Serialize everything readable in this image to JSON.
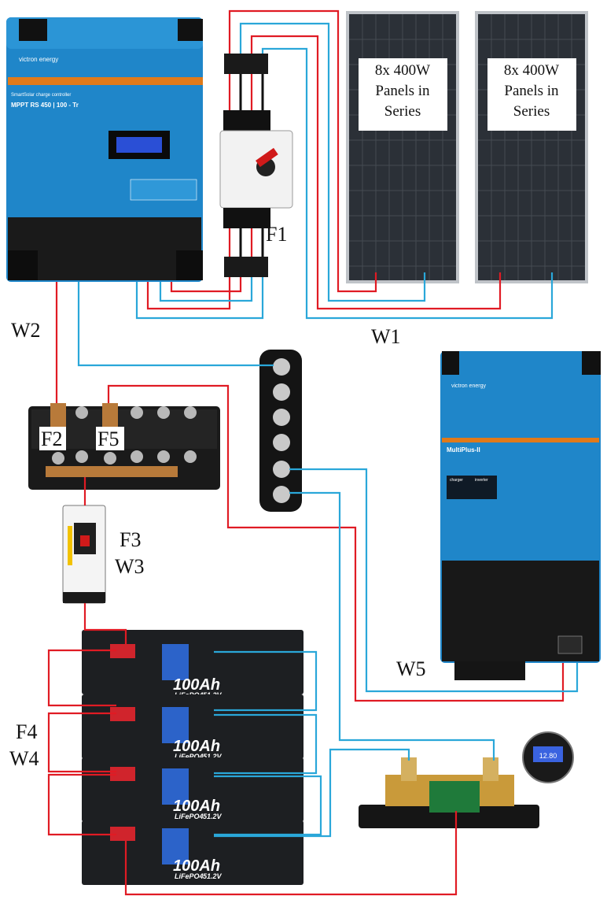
{
  "colors": {
    "positive_wire": "#e01b24",
    "negative_wire": "#2aa7d9",
    "victron_blue": "#1f86c9",
    "panel_cell": "#2b3037",
    "battery_body": "#1d1f22"
  },
  "solar_panels": [
    {
      "line1": "8x 400W",
      "line2": "Panels in",
      "line3": "Series"
    },
    {
      "line1": "8x 400W",
      "line2": "Panels in",
      "line3": "Series"
    }
  ],
  "charge_controller": {
    "brand": "victron energy",
    "model": "MPPT RS 450 | 100 - Tr",
    "subtitle": "SmartSolar charge controller"
  },
  "inverter": {
    "brand": "victron energy",
    "model": "MultiPlus-II",
    "menu_left": "charger",
    "menu_right": "inverter"
  },
  "battery": {
    "capacity": "100Ah",
    "chem": "LiFePO4",
    "voltage": "51.2V",
    "count": 4
  },
  "battery_monitor": {
    "display": "12.80"
  },
  "labels": {
    "f1": "F1",
    "w1": "W1",
    "w2": "W2",
    "f2": "F2",
    "f5": "F5",
    "f3": "F3",
    "w3": "W3",
    "f4": "F4",
    "w4": "W4",
    "w5": "W5"
  }
}
